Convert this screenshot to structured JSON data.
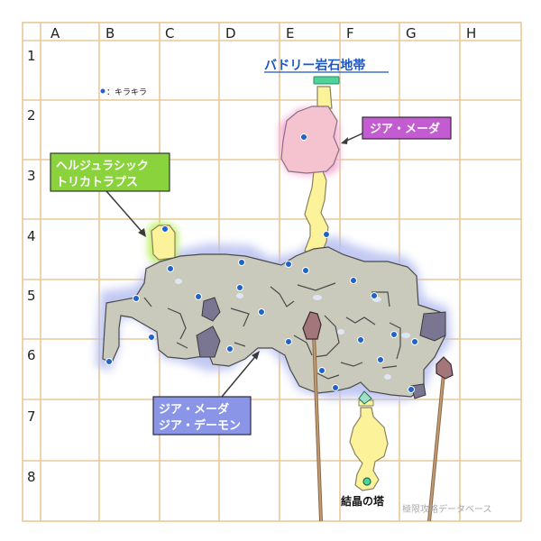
{
  "grid": {
    "columns": [
      "A",
      "B",
      "C",
      "D",
      "E",
      "F",
      "G",
      "H"
    ],
    "rows": [
      "1",
      "2",
      "3",
      "4",
      "5",
      "6",
      "7",
      "8"
    ]
  },
  "legend": {
    "marker": "●",
    "label": "：キラキラ",
    "color": "#1f63c9"
  },
  "area_title": "バドリー岩石地帯",
  "callouts": {
    "north_enemy": "ジア・メーダ",
    "west_enemy_line1": "ヘルジュラシック",
    "west_enemy_line2": "トリカトラプス",
    "south_enemy_line1": "ジア・メーダ",
    "south_enemy_line2": "ジア・デーモン"
  },
  "south_label": "結晶の塔",
  "watermark": "極限攻略データベース",
  "colors": {
    "grid": "#e8c89a",
    "cave_floor": "#c9c9bc",
    "yellow_path": "#fbf29a",
    "pink_area": "#f5c3cf",
    "purple_callout": "#c35bd1",
    "green_callout": "#8bd33c",
    "blue_callout": "#8a95e8",
    "marker": "#1f63c9"
  }
}
